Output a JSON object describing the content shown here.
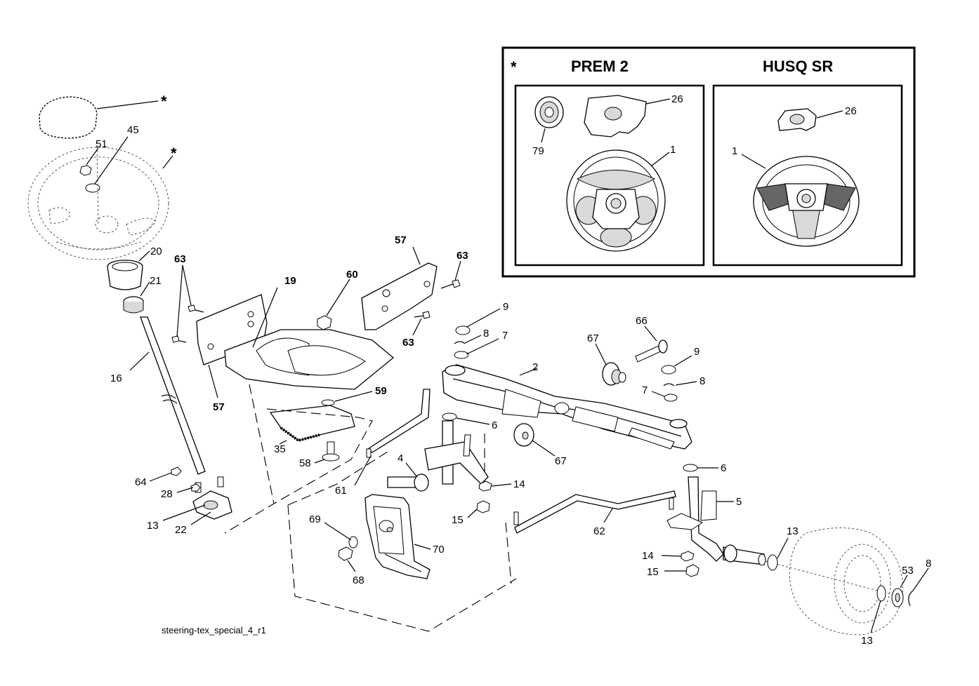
{
  "diagram": {
    "caption": "steering-tex_special_4_r1",
    "inset": {
      "star": "*",
      "left_title": "PREM 2",
      "right_title": "HUSQ SR",
      "left_callouts": [
        "26",
        "79",
        "1"
      ],
      "right_callouts": [
        "26",
        "1"
      ]
    },
    "callouts": {
      "star_cap": "*",
      "star_wheel": "*",
      "c45": "45",
      "c51": "51",
      "c20": "20",
      "c21": "21",
      "c16": "16",
      "c63a": "63",
      "c19": "19",
      "c57a": "57",
      "c60": "60",
      "c57b": "57",
      "c63b": "63",
      "c63c": "63",
      "c59": "59",
      "c35": "35",
      "c58": "58",
      "c64": "64",
      "c28": "28",
      "c13a": "13",
      "c22": "22",
      "c61": "61",
      "c4": "4",
      "c14a": "14",
      "c15a": "15",
      "c69": "69",
      "c70": "70",
      "c68": "68",
      "c9a": "9",
      "c8a": "8",
      "c7a": "7",
      "c2": "2",
      "c67a": "67",
      "c66": "66",
      "c9b": "9",
      "c8b": "8",
      "c7b": "7",
      "c6a": "6",
      "c67b": "67",
      "c6b": "6",
      "c5": "5",
      "c62": "62",
      "c14b": "14",
      "c15b": "15",
      "c13b": "13",
      "c53": "53",
      "c8c": "8",
      "c13c": "13"
    }
  }
}
